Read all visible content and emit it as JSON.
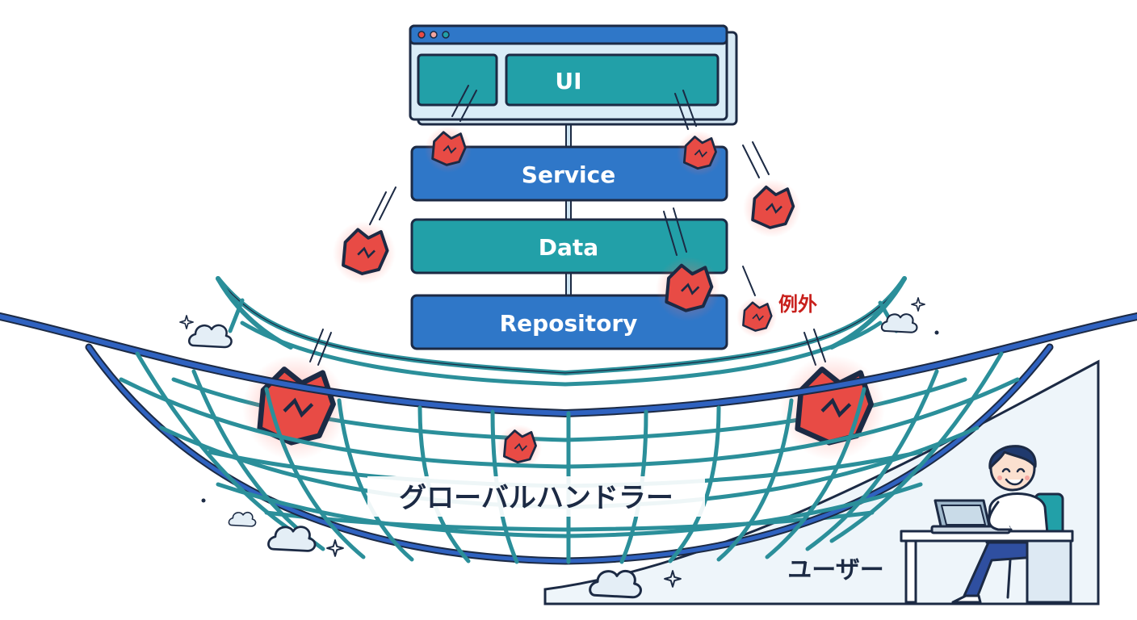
{
  "layers": {
    "ui": "UI",
    "service": "Service",
    "data": "Data",
    "repository": "Repository"
  },
  "exception_label": "例外",
  "handler_label": "グローバルハンドラー",
  "user_label": "ユーザー",
  "colors": {
    "teal": "#22a0a8",
    "blue": "#2f77c8",
    "navy": "#1f3f8f",
    "outline": "#1c2a44",
    "exception_red": "#e84b45",
    "net_teal": "#2b8f9a",
    "net_blue": "#2f62c0"
  },
  "icons": [
    "browser-window-icon",
    "exception-rock-icon",
    "smoke-cloud-icon",
    "sparkle-icon",
    "user-at-laptop-icon"
  ]
}
